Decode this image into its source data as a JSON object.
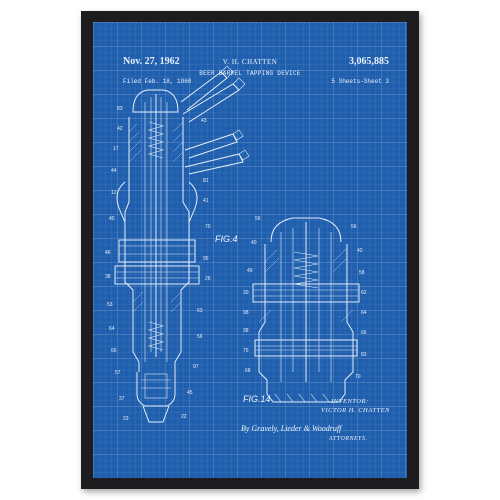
{
  "patent": {
    "date": "Nov. 27, 1962",
    "inventor_header": "V. H. CHATTEN",
    "number": "3,065,885",
    "title": "BEER BARREL TAPPING DEVICE",
    "filed": "Filed Feb. 18, 1960",
    "sheets": "5 Sheets-Sheet 3"
  },
  "figures": {
    "fig4_label": "FIG.4",
    "fig14_label": "FIG.14"
  },
  "signature": {
    "inventor_label": "INVENTOR:",
    "inventor_name": "VICTOR H. CHATTEN",
    "attorneys_signature": "By Gravely, Lieder & Woodruff",
    "attorneys_label": "ATTORNEYS."
  },
  "colors": {
    "blueprint": "#1f5fae",
    "frame": "#1d1d1f",
    "ink": "#e6eef9"
  }
}
